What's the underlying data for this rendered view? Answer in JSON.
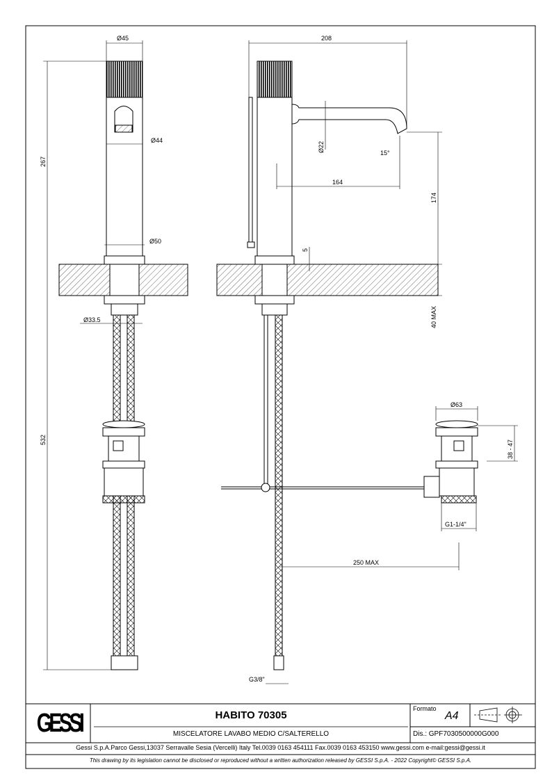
{
  "dimensions": {
    "d45": "Ø45",
    "d44": "Ø44",
    "d50": "Ø50",
    "d33_5": "Ø33.5",
    "h267": "267",
    "h532": "532",
    "w208": "208",
    "d22": "Ø22",
    "angle15": "15°",
    "w164": "164",
    "h174": "174",
    "t5": "5",
    "max40": "40 MAX",
    "d63": "Ø63",
    "r38_47": "38 - 47",
    "g1_1_4": "G1-1/4\"",
    "max250": "250 MAX",
    "g3_8": "G3/8\""
  },
  "title_block": {
    "logo": "GESSI",
    "product": "HABITO 70305",
    "description": "MISCELATORE LAVABO MEDIO C/SALTERELLO",
    "format_label": "Formato",
    "format_value": "A4",
    "drawing_number": "Dis.: GPF7030500000G000",
    "address": "Gessi S.p.A.Parco Gessi,13037 Serravalle Sesia (Vercelli) Italy Tel.0039 0163 454111 Fax.0039 0163 453150 www.gessi.com e-mail:gessi@gessi.it",
    "disclaimer": "This drawing by its legislation cannot be disclosed or reproduced without a written authorization released by GESSI S.p.A. - 2022 Copyright© GESSI S.p.A."
  }
}
